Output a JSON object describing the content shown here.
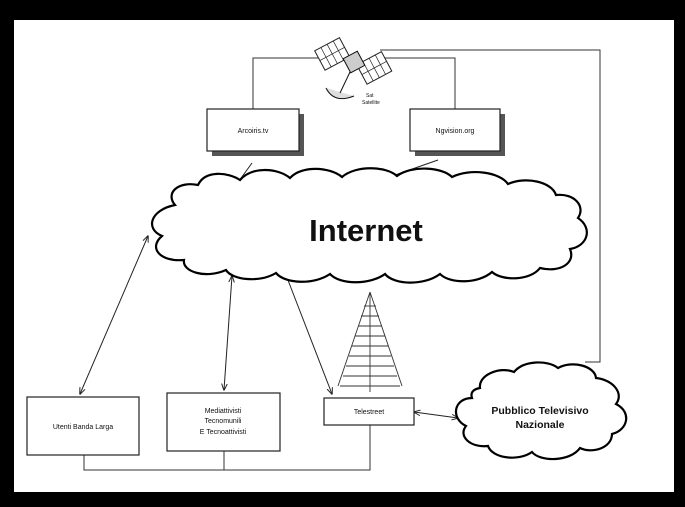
{
  "diagram": {
    "cloud_main_label": "Internet",
    "cloud_public_label_line1": "Pubblico Televisivo",
    "cloud_public_label_line2": "Nazionale",
    "satellite_label_line1": "Sat",
    "satellite_label_line2": "Satellite",
    "nodes": {
      "arcoiris": "Arcoiris.tv",
      "ngvision": "Ngvision.org",
      "utenti": "Utenti Banda Larga",
      "mediattivisti_1": "Mediattivisti",
      "mediattivisti_2": "Tecnomunili",
      "mediattivisti_3": "E Tecnoattivisti",
      "telestreet": "Telestreet"
    }
  }
}
